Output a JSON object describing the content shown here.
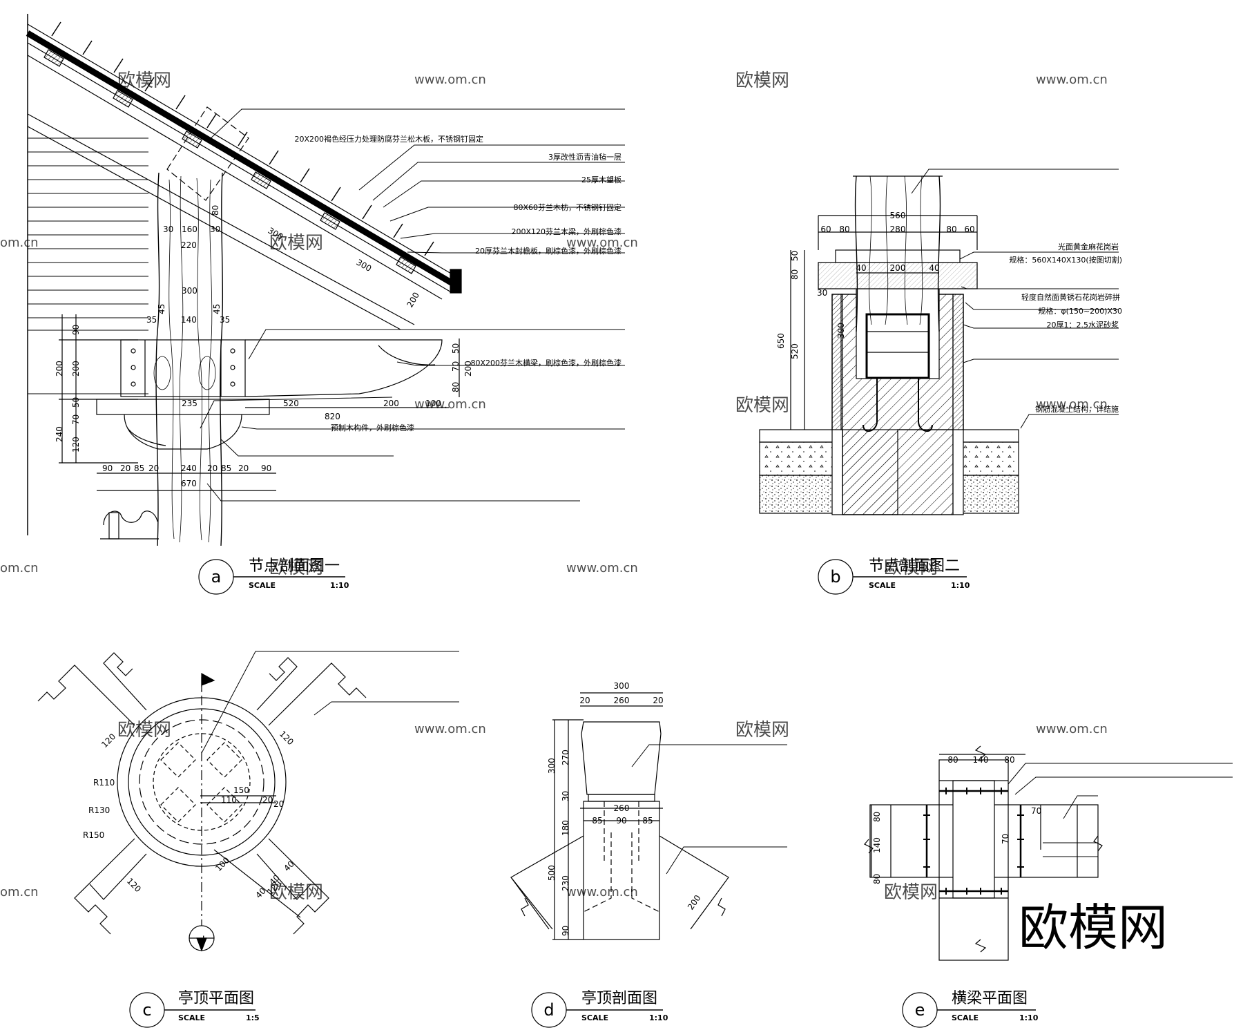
{
  "watermarks": {
    "logo": "欧模网",
    "url": "www.om.cn",
    "url_left": "om.cn",
    "big": "欧模网"
  },
  "details": {
    "a": {
      "tag": "a",
      "title": "节点剖面图一",
      "scale_label": "SCALE",
      "scale": "1:10",
      "notes": [
        "20X200褐色经压力处理防腐芬兰松木板，不锈钢钉固定",
        "3厚改性沥青油毡一层",
        "25厚木望板",
        "80X60芬兰木枋，不锈钢钉固定",
        "200X120芬兰木梁，外刷棕色漆",
        "20厚芬兰木封檐板，刷棕色漆，外刷棕色漆",
        "80X200芬兰木横梁，刷棕色漆，外刷棕色漆",
        "预制木构件，外刷棕色漆"
      ],
      "dims": {
        "d30a": "30",
        "d160": "160",
        "d30b": "30",
        "d220": "220",
        "d80s": "80",
        "d300a": "300",
        "d300b": "300",
        "d200s": "200",
        "d300c": "300",
        "d45a": "45",
        "d45b": "45",
        "d35a": "35",
        "d140": "140",
        "d35b": "35",
        "v90": "90",
        "v200a": "200",
        "v200b": "200",
        "v240": "240",
        "v50": "50",
        "v70": "70",
        "v120": "120",
        "r50": "50",
        "r70": "70",
        "r80": "80",
        "r200": "200",
        "d235": "235",
        "d520": "520",
        "d820": "820",
        "d200h": "200",
        "d100": "100",
        "b90a": "90",
        "b20a": "20",
        "b85a": "85",
        "b20b": "20",
        "b240": "240",
        "b20c": "20",
        "b85b": "85",
        "b20d": "20",
        "b90b": "90",
        "b670": "670"
      }
    },
    "b": {
      "tag": "b",
      "title": "节点剖面图二",
      "scale_label": "SCALE",
      "scale": "1:10",
      "notes": [
        "光面黄金麻花岗岩",
        "规格：560X140X130(按图切割)",
        "轻度自然面黄锈石花岗岩碎拼",
        "规格：φ(150~200)X30",
        "20厚1：2.5水泥砂浆",
        "钢筋混凝土结构，详结施"
      ],
      "dims": {
        "t560": "560",
        "t60a": "60",
        "t80a": "80",
        "t280": "280",
        "t80b": "80",
        "t60b": "60",
        "i40a": "40",
        "i200": "200",
        "i40b": "40",
        "v50": "50",
        "v80": "80",
        "v650": "650",
        "v520": "520",
        "v30": "30",
        "v300": "300"
      }
    },
    "c": {
      "tag": "c",
      "title": "亭顶平面图",
      "scale_label": "SCALE",
      "scale": "1:5",
      "section_mark": "d",
      "dims": {
        "r110": "R110",
        "r130": "R130",
        "r150": "R150",
        "d120a": "120",
        "d120b": "120",
        "d120c": "120",
        "d120d": "120",
        "d150": "150",
        "d110": "110",
        "d20a": "20",
        "d20b": "20",
        "d100": "100",
        "d40a": "40",
        "d40b": "40",
        "d40c": "40"
      }
    },
    "d": {
      "tag": "d",
      "title": "亭顶剖面图",
      "scale_label": "SCALE",
      "scale": "1:10",
      "dims": {
        "t300": "300",
        "t20a": "20",
        "t260": "260",
        "t20b": "20",
        "v300": "300",
        "v270": "270",
        "v30": "30",
        "m260": "260",
        "m85a": "85",
        "m90": "90",
        "m85b": "85",
        "v180": "180",
        "v500": "500",
        "v230": "230",
        "v90": "90",
        "s200": "200"
      }
    },
    "e": {
      "tag": "e",
      "title": "横梁平面图",
      "scale_label": "SCALE",
      "scale": "1:10",
      "dims": {
        "t80a": "80",
        "t140": "140",
        "t80b": "80",
        "l80a": "80",
        "l140": "140",
        "l80b": "80",
        "r70a": "70",
        "r70b": "70"
      }
    }
  }
}
